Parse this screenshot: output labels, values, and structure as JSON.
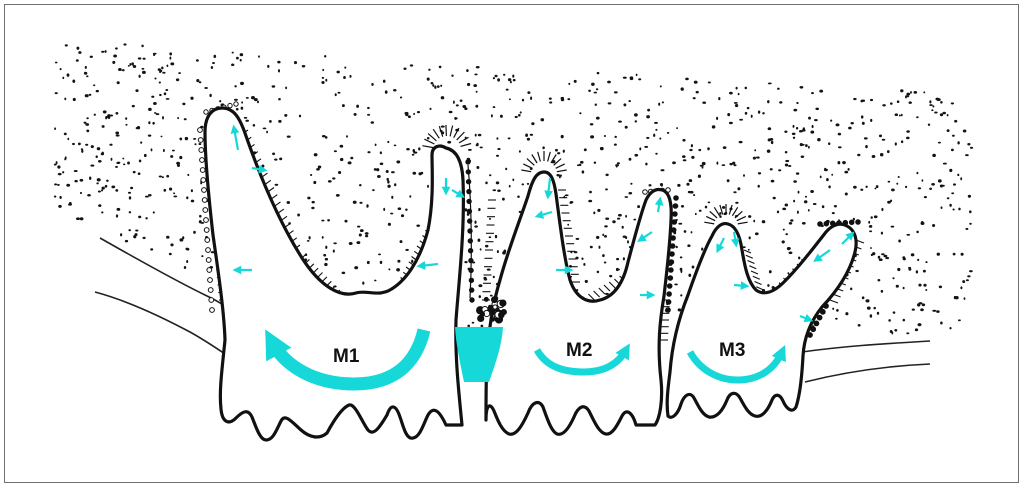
{
  "diagram": {
    "labels": {
      "m1": "M1",
      "m2": "M2",
      "m3": "M3"
    },
    "colors": {
      "accent": "#17d8d8",
      "outline": "#111111",
      "stipple": "#141414",
      "background": "#ffffff",
      "frame": "#6f6f6f"
    }
  }
}
